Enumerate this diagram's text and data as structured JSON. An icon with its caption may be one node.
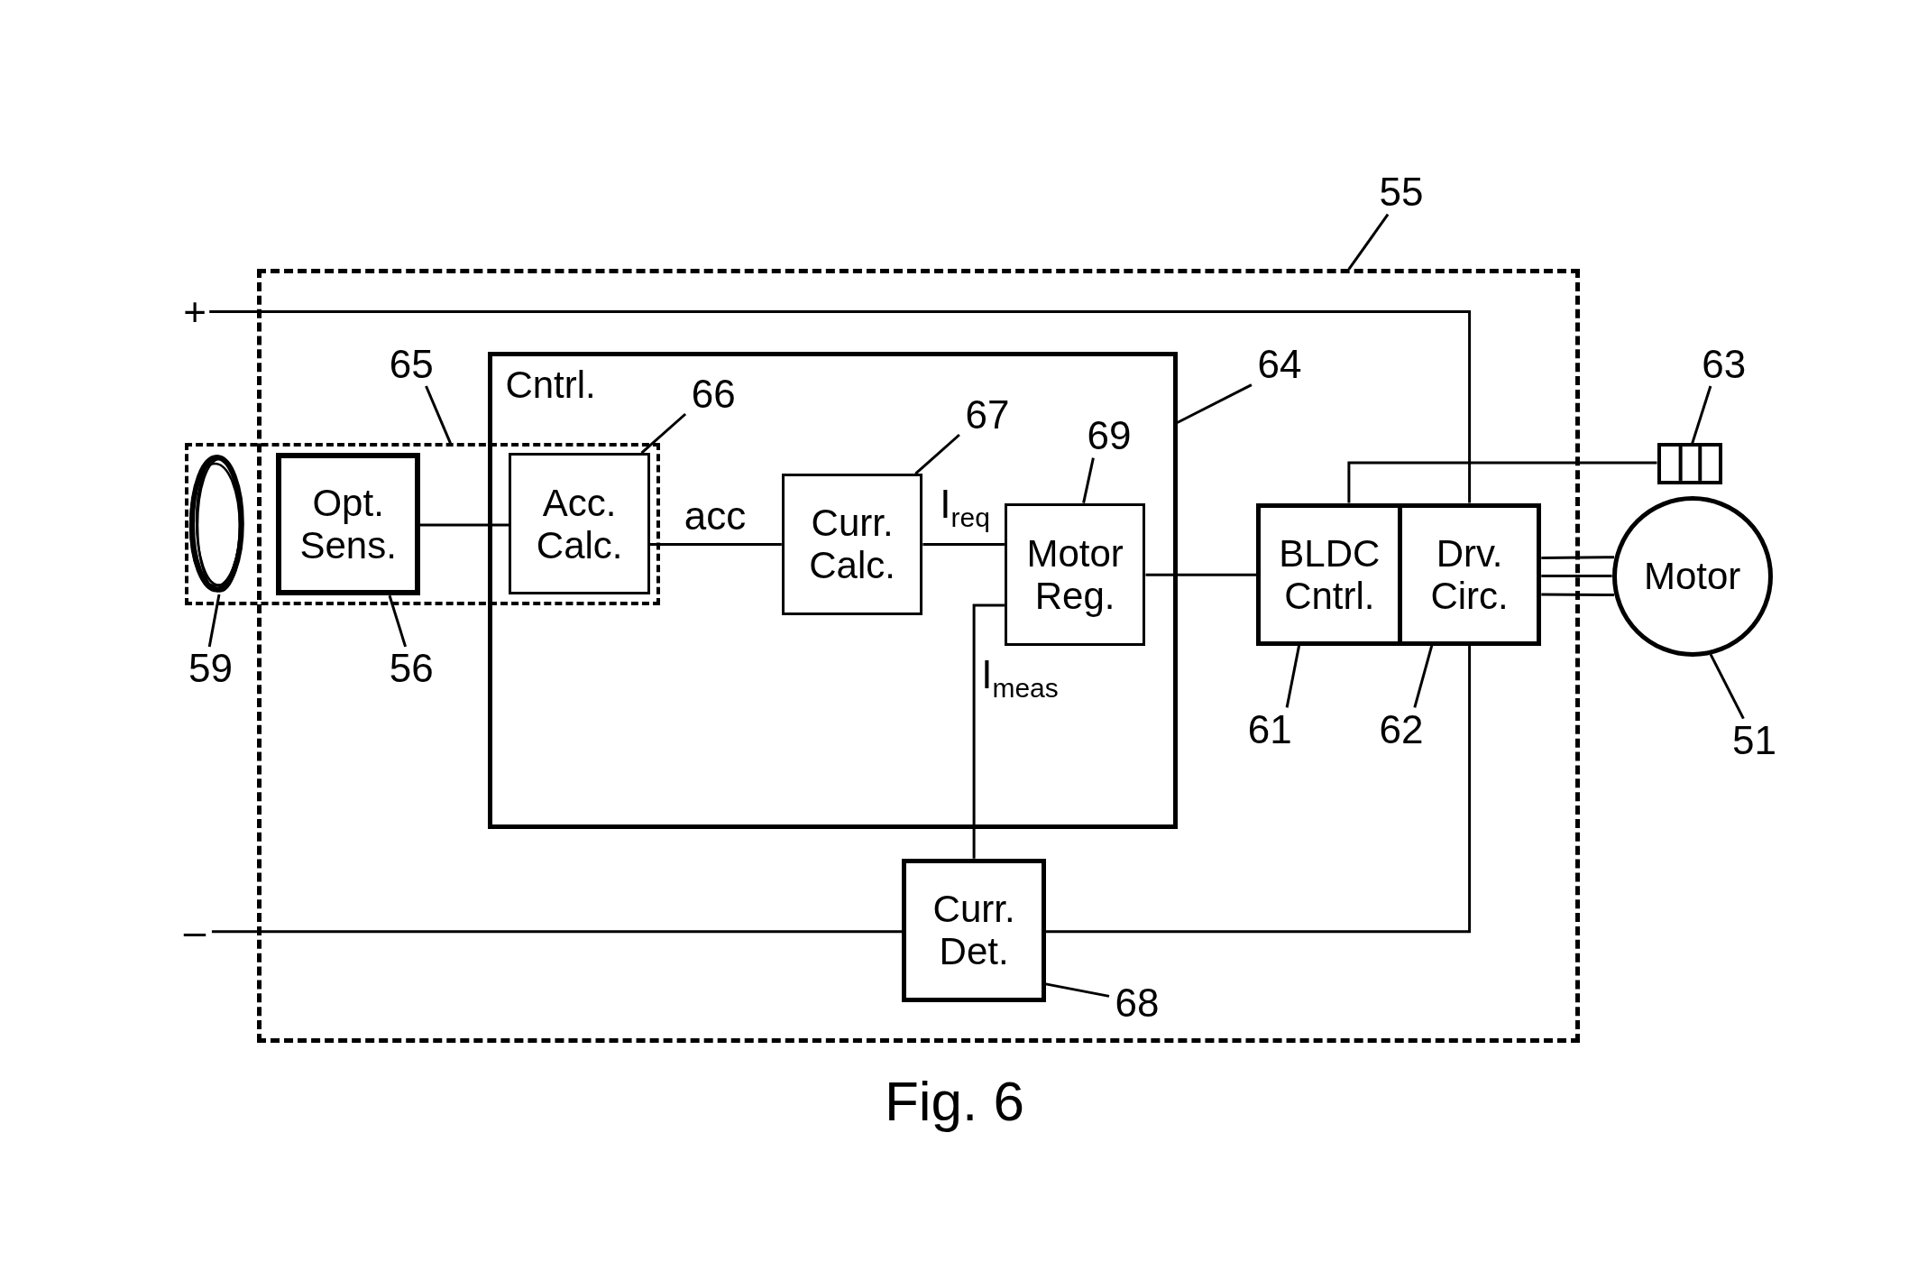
{
  "diagram": {
    "caption": "Fig. 6",
    "nodes": [
      {
        "text": [],
        "shape": "box"
      },
      {
        "text": [
          "+"
        ]
      },
      {
        "text": [
          "–"
        ]
      },
      {
        "text": [],
        "shape": "box"
      },
      {
        "text": [],
        "shape": "ellipse",
        "in": 3
      },
      {
        "text": [
          "Opt. Sens."
        ],
        "in": 3
      },
      {
        "text": [
          "Cntrl."
        ],
        "in": 0
      },
      {
        "text": [
          "Acc. Calc."
        ]
      },
      {
        "text": [
          "Curr. Calc."
        ],
        "in": 6
      },
      {
        "text": [
          "Motor Reg."
        ],
        "in": 6
      },
      {
        "text": [
          "BLDC Cntrl."
        ],
        "in": 0
      },
      {
        "text": [
          "Drv. Circ."
        ],
        "in": 0
      },
      {
        "text": [],
        "shape": "box"
      },
      {
        "text": [
          "Motor"
        ]
      },
      {
        "text": [
          "Curr. Det."
        ],
        "in": 0
      },
      {
        "text": [
          "55"
        ]
      },
      {
        "text": [
          "65"
        ],
        "in": 0
      },
      {
        "text": [
          "66"
        ],
        "in": 6
      },
      {
        "text": [
          "67"
        ],
        "in": 6
      },
      {
        "text": [
          "69"
        ],
        "in": 6
      },
      {
        "text": [
          "64"
        ],
        "in": 0
      },
      {
        "text": [
          "63"
        ]
      },
      {
        "text": [
          "59"
        ]
      },
      {
        "text": [
          "56"
        ],
        "in": 0
      },
      {
        "text": [
          "61"
        ],
        "in": 0
      },
      {
        "text": [
          "62"
        ],
        "in": 0
      },
      {
        "text": [
          "51"
        ]
      },
      {
        "text": [
          "68"
        ],
        "in": 0
      }
    ],
    "edges": [
      {
        "from": 1,
        "to": 11,
        "arrow": "none"
      },
      {
        "from": 2,
        "to": 14,
        "arrow": "none"
      },
      {
        "from": 14,
        "to": 11,
        "arrow": "none"
      },
      {
        "from": 5,
        "to": 7,
        "arrow": "none"
      },
      {
        "from": 7,
        "to": 8,
        "arrow": "none",
        "label": "acc"
      },
      {
        "from": 8,
        "to": 9,
        "arrow": "none",
        "label": "I$_{req}$"
      },
      {
        "from": 14,
        "to": 9,
        "arrow": "none",
        "label": "I$_{meas}$"
      },
      {
        "from": 9,
        "to": 10,
        "arrow": "none"
      },
      {
        "from": 10,
        "to": 12,
        "arrow": "none"
      },
      {
        "from": 11,
        "to": 13,
        "arrow": "none"
      },
      {
        "from": 11,
        "to": 13,
        "arrow": "none"
      },
      {
        "from": 11,
        "to": 13,
        "arrow": "none"
      },
      {
        "from": 15,
        "to": 0,
        "arrow": "none"
      },
      {
        "from": 16,
        "to": 3,
        "arrow": "none"
      },
      {
        "from": 17,
        "to": 7,
        "arrow": "none"
      },
      {
        "from": 18,
        "to": 8,
        "arrow": "none"
      },
      {
        "from": 19,
        "to": 9,
        "arrow": "none"
      },
      {
        "from": 20,
        "to": 6,
        "arrow": "none"
      },
      {
        "from": 21,
        "to": 12,
        "arrow": "none"
      },
      {
        "from": 22,
        "to": 4,
        "arrow": "none"
      },
      {
        "from": 23,
        "to": 5,
        "arrow": "none"
      },
      {
        "from": 24,
        "to": 10,
        "arrow": "none"
      },
      {
        "from": 25,
        "to": 11,
        "arrow": "none"
      },
      {
        "from": 26,
        "to": 13,
        "arrow": "none"
      },
      {
        "from": 27,
        "to": 14,
        "arrow": "none"
      }
    ]
  }
}
